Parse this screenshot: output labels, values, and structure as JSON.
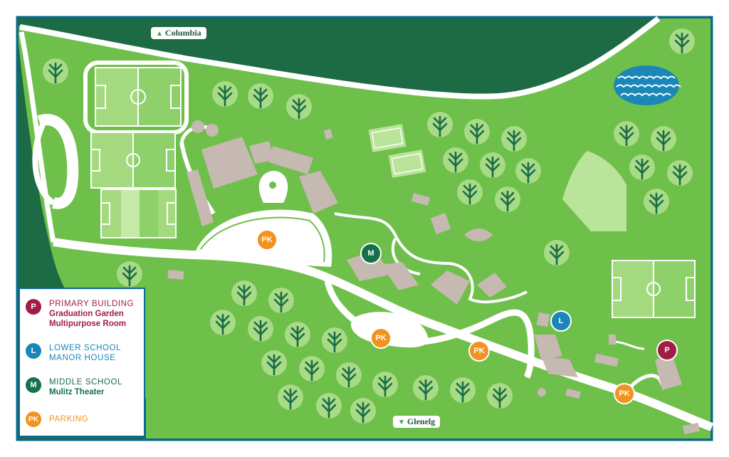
{
  "colors": {
    "frame": "#0a6a8f",
    "grass": "#6fbf4b",
    "outer": "#1d6b45",
    "road": "#ffffff",
    "building": "#c5b9b1",
    "primary": "#a01d44",
    "lower": "#1a87b8",
    "middle": "#16704a",
    "parking": "#f2921f"
  },
  "directions": {
    "north": {
      "label": "Columbia",
      "icon": "arrow-up-icon"
    },
    "south": {
      "label": "Glenelg",
      "icon": "arrow-down-icon"
    }
  },
  "legend": {
    "items": [
      {
        "badge": "P",
        "title": "PRIMARY BUILDING",
        "subtitle": "Graduation Garden\nMultipurpose Room"
      },
      {
        "badge": "L",
        "title": "LOWER SCHOOL",
        "subtitle": "MANOR HOUSE"
      },
      {
        "badge": "M",
        "title": "MIDDLE SCHOOL",
        "subtitle": "Mulitz Theater"
      },
      {
        "badge": "PK",
        "title": "PARKING",
        "subtitle": ""
      }
    ]
  },
  "markers": {
    "primary": "P",
    "lower": "L",
    "middle": "M",
    "parking": "PK"
  }
}
